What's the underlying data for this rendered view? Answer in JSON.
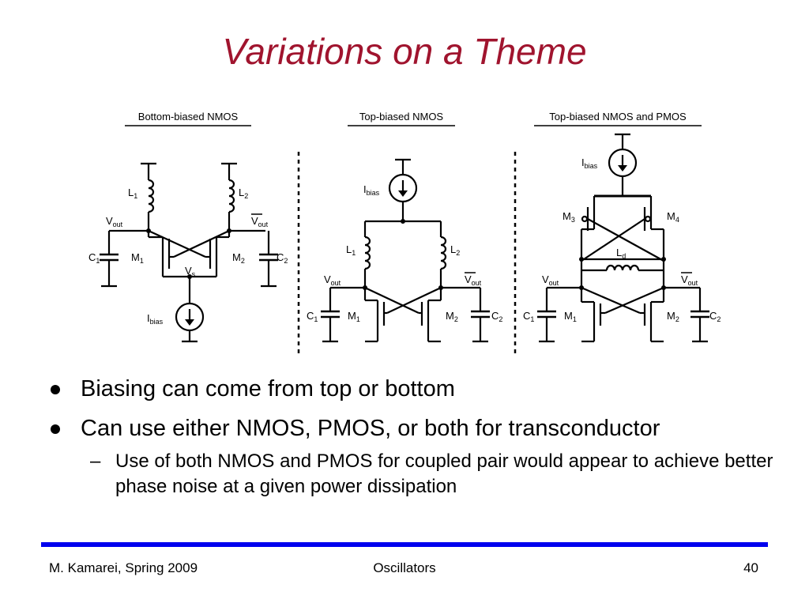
{
  "slide": {
    "title": "Variations on a Theme",
    "panels": [
      {
        "title": "Bottom-biased NMOS"
      },
      {
        "title": "Top-biased NMOS"
      },
      {
        "title": "Top-biased NMOS and PMOS"
      }
    ],
    "labels": {
      "l1": "L",
      "l1_sub": "1",
      "l2": "L",
      "l2_sub": "2",
      "ld": "L",
      "ld_sub": "d",
      "vout": "V",
      "vout_sub": "out",
      "vs": "V",
      "vs_sub": "s",
      "c1": "C",
      "c1_sub": "1",
      "c2": "C",
      "c2_sub": "2",
      "m1": "M",
      "m1_sub": "1",
      "m2": "M",
      "m2_sub": "2",
      "m3": "M",
      "m3_sub": "3",
      "m4": "M",
      "m4_sub": "4",
      "ibias": "I",
      "ibias_sub": "bias"
    },
    "bullets": [
      {
        "text": "Biasing can come from top or bottom"
      },
      {
        "text": "Can use either NMOS, PMOS, or both for transconductor",
        "sub": "Use of both NMOS and PMOS for coupled pair would appear to achieve better phase noise at a given power dissipation"
      }
    ],
    "sub_marker": "–",
    "footer": {
      "left": "M. Kamarei, Spring 2009",
      "center": "Oscillators",
      "right": "40"
    },
    "colors": {
      "title": "#a0142e",
      "rule": "#0000ee"
    }
  }
}
